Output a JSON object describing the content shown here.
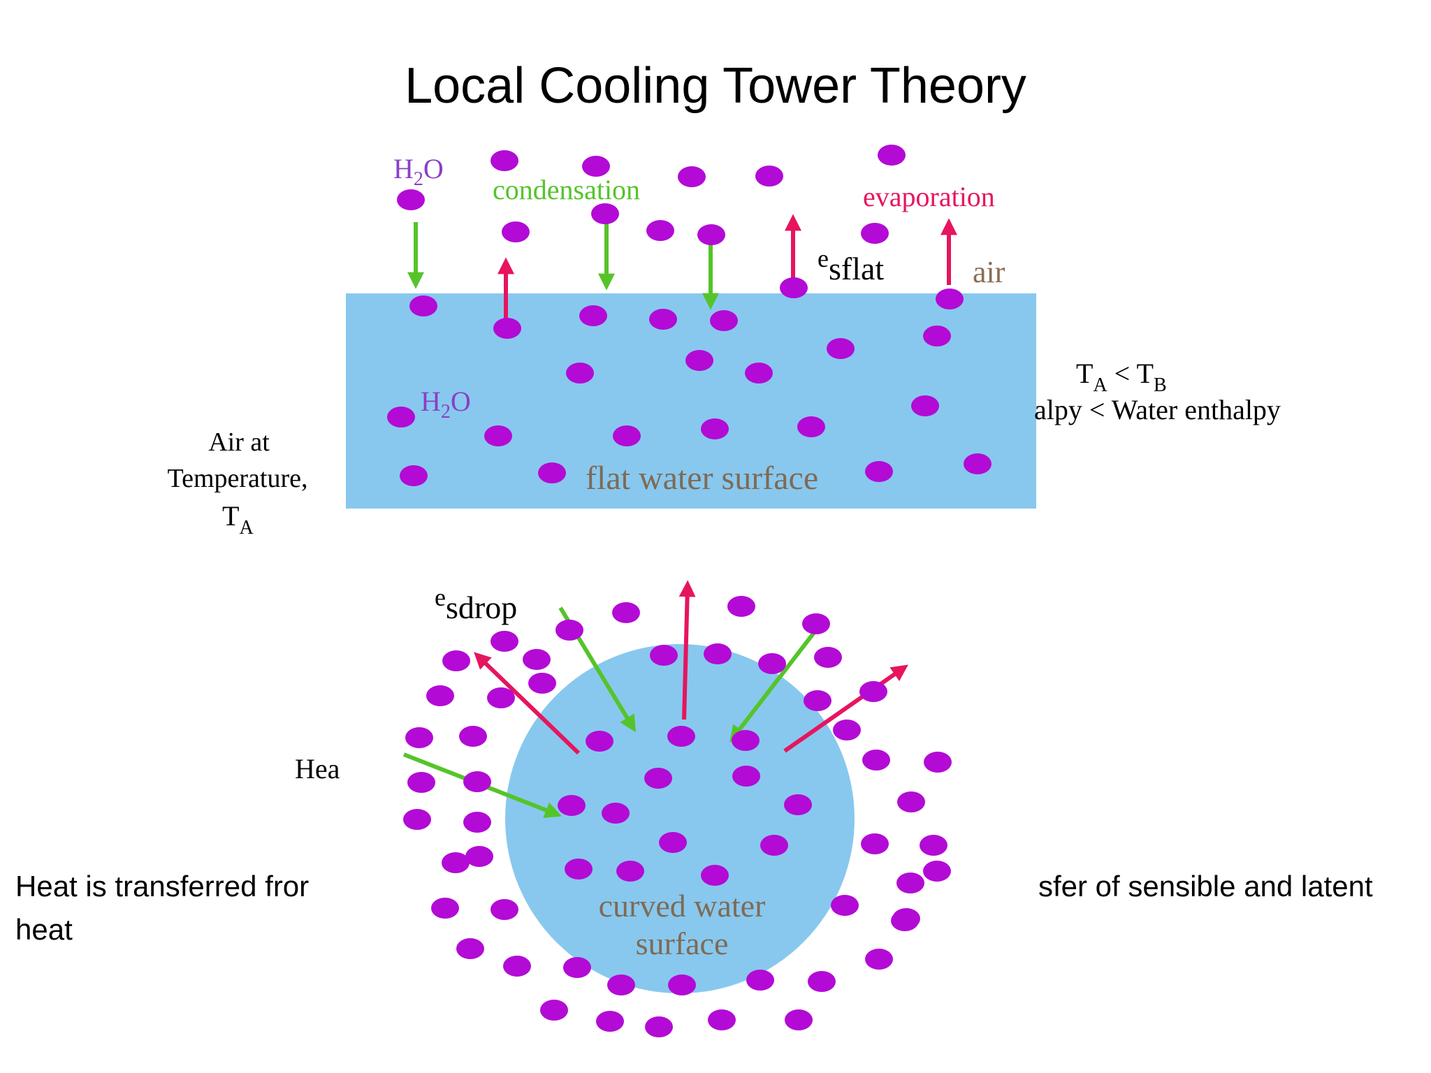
{
  "slide": {
    "title": "Local Cooling Tower Theory",
    "caption_left_line1": "Heat is transferred fror",
    "caption_left_line2": "heat",
    "caption_right": "sfer of sensible and latent"
  },
  "flat_diagram": {
    "h2o_air_label": "H",
    "h2o_air_sub": "2",
    "h2o_air_tail": "O",
    "condensation_label": "condensation",
    "evaporation_label": "evaporation",
    "e_prefix": "e",
    "esflat_sub": "sflat",
    "air_label": "air",
    "h2o_water_label": "H",
    "h2o_water_sub": "2",
    "h2o_water_tail": "O",
    "surface_label": "flat water surface",
    "air_temp_line1": "Air at",
    "air_temp_line2": "Temperature,",
    "air_temp_T": "T",
    "air_temp_sub": "A",
    "ineq_T1": "T",
    "ineq_sub1": "A",
    "ineq_op": " < T",
    "ineq_sub2": "B",
    "enthalpy_text": "alpy < Water enthalpy"
  },
  "drop_diagram": {
    "e_prefix": "e",
    "esdrop_sub": "sdrop",
    "heat_label": "Hea",
    "surface_line1": "curved water",
    "surface_line2": "surface"
  },
  "colors": {
    "water": "#88c8ee",
    "molecule": "#b30ad6",
    "condensation_arrow": "#55c42a",
    "evaporation_arrow": "#e6155f",
    "h2o_text": "#8a3fc6",
    "surface_text": "#7f6a55",
    "air_text": "#8b6d52"
  }
}
